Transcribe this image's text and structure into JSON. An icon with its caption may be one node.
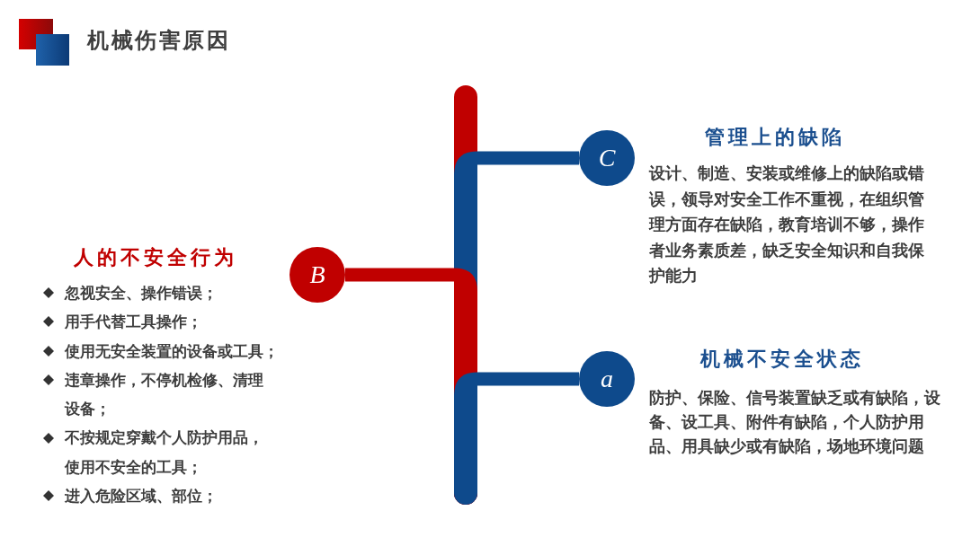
{
  "diagram": {
    "title": "机械伤害原因",
    "nodes": [
      {
        "text": [],
        "shape": "bar"
      },
      {
        "text": [
          "C"
        ],
        "beside": [
          "管理上的缺陷",
          "设计、制造、安装或维修上的缺陷或错误，领导对安全工作不重视，在组织管理方面存在缺陷，教育培训不够，操作者业务素质差，缺乏安全知识和自我保护能力"
        ]
      },
      {
        "text": [
          "B"
        ],
        "beside": [
          "人的不安全行为",
          "忽视安全、操作错误；",
          "用手代替工具操作；",
          "使用无安全装置的设备或工具；",
          "违章操作，不停机检修、清理设备；",
          "不按规定穿戴个人防护用品，使用不安全的工具；",
          "进入危险区域、部位；"
        ]
      },
      {
        "text": [
          "a"
        ],
        "beside": [
          "机械不安全状态",
          "防护、保险、信号装置缺乏或有缺陷，设备、设工具、附件有缺陷，个人防护用品、用具缺少或有缺陷，场地环境问题"
        ]
      }
    ],
    "edges": [
      {
        "from": 0,
        "to": 1,
        "arrow": "none"
      },
      {
        "from": 0,
        "to": 2,
        "arrow": "none",
        "color": "#c00000"
      },
      {
        "from": 0,
        "to": 3,
        "arrow": "none"
      }
    ]
  }
}
